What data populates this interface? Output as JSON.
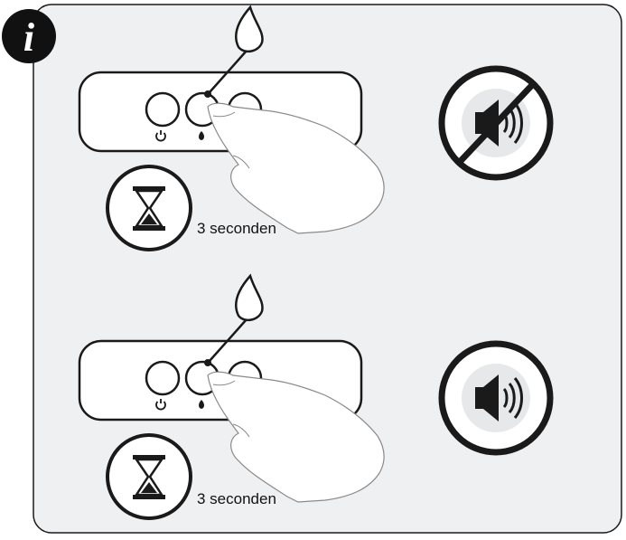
{
  "info_badge": {
    "icon": "info-icon"
  },
  "steps": [
    {
      "duration_label": "3 seconden",
      "icons": [
        "flame-icon",
        "power-icon",
        "flame-small-icon",
        "hourglass-icon",
        "hand-icon"
      ],
      "sound": {
        "icon": "speaker-muted-icon",
        "state": "muted"
      }
    },
    {
      "duration_label": "3 seconden",
      "icons": [
        "flame-icon",
        "power-icon",
        "flame-small-icon",
        "hourglass-icon",
        "hand-icon"
      ],
      "sound": {
        "icon": "speaker-icon",
        "state": "on"
      }
    }
  ],
  "colors": {
    "panel_bg": "#eef0f2",
    "stroke": "#1a1a1a",
    "circle_fill": "#e6e8ea"
  }
}
